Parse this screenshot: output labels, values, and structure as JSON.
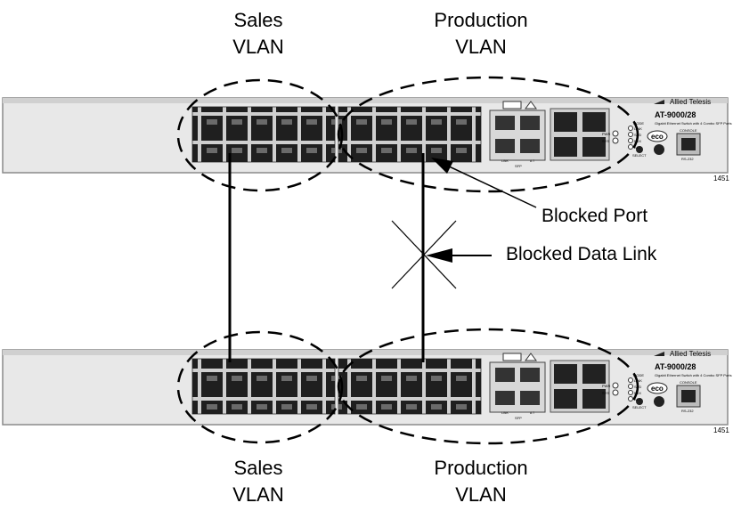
{
  "labels": {
    "top_sales_line1": "Sales",
    "top_sales_line2": "VLAN",
    "top_production_line1": "Production",
    "top_production_line2": "VLAN",
    "bottom_sales_line1": "Sales",
    "bottom_sales_line2": "VLAN",
    "bottom_production_line1": "Production",
    "bottom_production_line2": "VLAN",
    "blocked_port": "Blocked Port",
    "blocked_data_link": "Blocked Data Link"
  },
  "switch": {
    "brand": "Allied Telesis",
    "model": "AT-9000/28",
    "description": "Gigabit Ethernet Switch with 4 Combo SFP Ports",
    "figure_number": "1451",
    "mode_label": "MODE",
    "mode_items": [
      "LINK",
      "SPD",
      "FDX",
      "ACT"
    ],
    "pwr_label": "PWR",
    "sys_label": "SYS",
    "select_label": "SELECT",
    "console_label": "CONSOLE",
    "rs232_label": "RS-232",
    "eco_label": "eco",
    "sfp_label": "SFP",
    "sfp_sub_left": "LINK",
    "sfp_sub_right": "A T"
  },
  "colors": {
    "chassis": "#e6e6e6",
    "chassis_border": "#8a8a8a",
    "port": "#222222",
    "line": "#000000"
  }
}
